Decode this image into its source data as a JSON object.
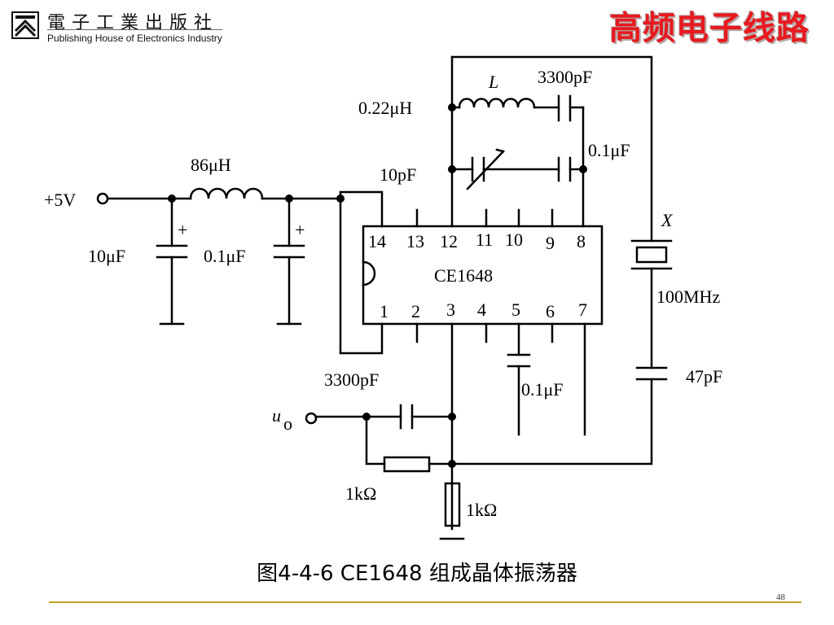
{
  "header": {
    "publisher_cn": "電子工業出版社",
    "publisher_en": "Publishing House of Electronics Industry",
    "course_title": "高频电子线路"
  },
  "diagram": {
    "labels": {
      "inductor_L": "L",
      "cap_3300pF_top": "3300pF",
      "inductance_022uH": "0.22μH",
      "cap_01uF_right": "0.1μF",
      "cap_10pF": "10pF",
      "inductor_86uH": "86μH",
      "supply": "+5V",
      "polarity_1": "+",
      "polarity_2": "+",
      "cap_10uF": "10μF",
      "cap_01uF_left": "0.1μF",
      "crystal_X": "X",
      "freq_100MHz": "100MHz",
      "cap_47pF": "47pF",
      "cap_3300pF_bottom": "3300pF",
      "cap_01uF_bottom": "0.1μF",
      "output_u": "u",
      "output_sub": "o",
      "res_1k_h": "1kΩ",
      "res_1k_v": "1kΩ"
    },
    "ic": {
      "name": "CE1648",
      "top_pins": [
        "14",
        "13",
        "12",
        "11",
        "10",
        "9",
        "8"
      ],
      "bottom_pins": [
        "1",
        "2",
        "3",
        "4",
        "5",
        "6",
        "7"
      ]
    }
  },
  "caption": "图4-4-6 CE1648  组成晶体振荡器",
  "page_number": "48"
}
